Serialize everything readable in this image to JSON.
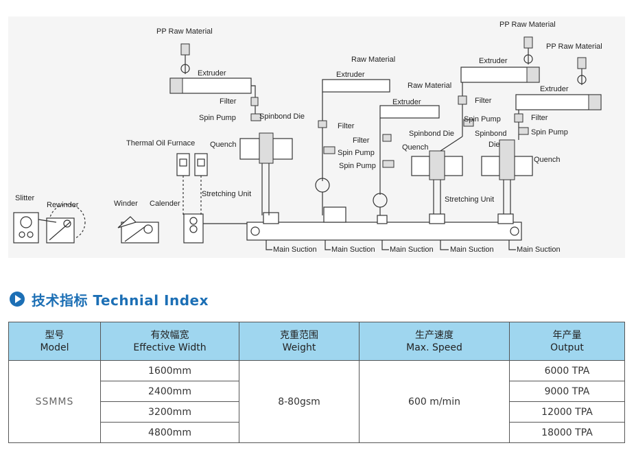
{
  "diagram": {
    "labels": {
      "pp_raw_material_left": "PP Raw Material",
      "extruder_1": "Extruder",
      "filter_1": "Filter",
      "spin_pump_1": "Spin Pump",
      "spinbond_die_1": "Spinbond Die",
      "quench_1": "Quench",
      "thermal_oil_furnace": "Thermal Oil Furnace",
      "stretching_unit_1": "Stretching Unit",
      "slitter": "Slitter",
      "rewinder": "Rewinder",
      "winder": "Winder",
      "calender": "Calender",
      "raw_material_2": "Raw Material",
      "extruder_2": "Extruder",
      "filter_2": "Filter",
      "spin_pump_2": "Spin Pump",
      "raw_material_3": "Raw Material",
      "extruder_3": "Extruder",
      "filter_3": "Filter",
      "spin_pump_3": "Spin Pump",
      "pp_raw_material_4": "PP Raw Material",
      "extruder_4": "Extruder",
      "filter_4": "Filter",
      "spin_pump_4": "Spin Pump",
      "spinbond_die_4": "Spinbond Die",
      "quench_4": "Quench",
      "stretching_unit_4": "Stretching Unit",
      "pp_raw_material_5": "PP Raw Material",
      "extruder_5": "Extruder",
      "filter_5": "Filter",
      "spin_pump_5": "Spin Pump",
      "spinbond_die_5": "Spinbond",
      "spinbond_die_5b": "Die",
      "quench_5": "Quench",
      "main_suction_1": "Main Suction",
      "main_suction_2": "Main Suction",
      "main_suction_3": "Main Suction",
      "main_suction_4": "Main Suction",
      "main_suction_5": "Main Suction"
    }
  },
  "section": {
    "title": "技术指标 Technial Index",
    "accent_color": "#1c6fb5"
  },
  "table": {
    "header_color": "#9fd6ef",
    "headers": [
      {
        "cn": "型号",
        "en": "Model"
      },
      {
        "cn": "有效幅宽",
        "en": "Effective Width"
      },
      {
        "cn": "克重范围",
        "en": "Weight"
      },
      {
        "cn": "生产速度",
        "en": "Max. Speed"
      },
      {
        "cn": "年产量",
        "en": "Output"
      }
    ],
    "model": "SSMMS",
    "widths": [
      "1600mm",
      "2400mm",
      "3200mm",
      "4800mm"
    ],
    "weight": "8-80gsm",
    "speed": "600 m/min",
    "outputs": [
      "6000 TPA",
      "9000 TPA",
      "12000 TPA",
      "18000 TPA"
    ]
  }
}
